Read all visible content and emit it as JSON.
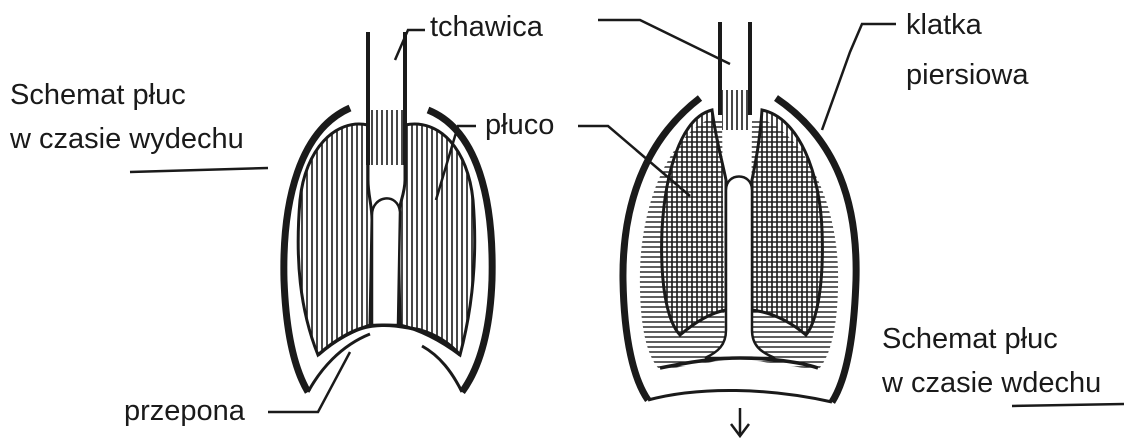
{
  "labels": {
    "exhale_title_line1": "Schemat płuc",
    "exhale_title_line2_prefix": "w czasie ",
    "exhale_title_line2_keyword": "wydechu",
    "inhale_title_line1": "Schemat płuc",
    "inhale_title_line2_prefix": "w czasie ",
    "inhale_title_line2_keyword": "wdechu",
    "trachea": "tchawica",
    "lung": "płuco",
    "ribcage_line1": "klatka",
    "ribcage_line2": "piersiowa",
    "diaphragm": "przepona"
  },
  "colors": {
    "ink": "#1a1a1a",
    "paper": "#ffffff"
  },
  "icons": {
    "diaphragm_motion": "arrow-down-icon"
  }
}
